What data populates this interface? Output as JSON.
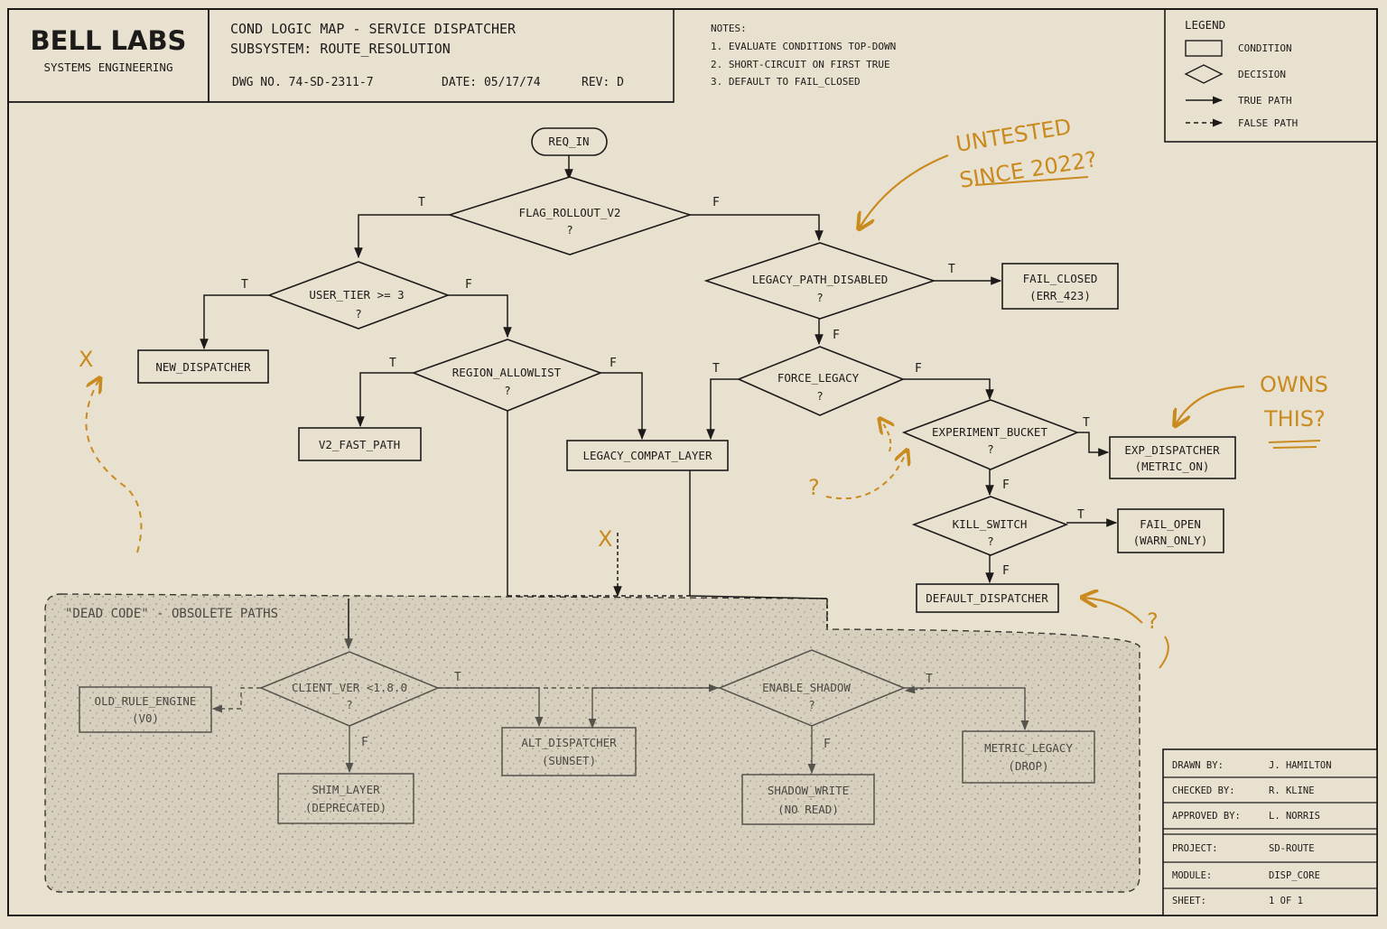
{
  "header": {
    "org": "BELL LABS",
    "org_sub": "SYSTEMS ENGINEERING",
    "title_line1": "COND LOGIC MAP - SERVICE DISPATCHER",
    "title_line2": "SUBSYSTEM: ROUTE_RESOLUTION",
    "dwg_no": "DWG NO. 74-SD-2311-7",
    "date": "DATE: 05/17/74",
    "rev": "REV: D"
  },
  "notes": {
    "title": "NOTES:",
    "items": [
      "1. EVALUATE CONDITIONS TOP-DOWN",
      "2. SHORT-CIRCUIT ON FIRST TRUE",
      "3. DEFAULT TO FAIL_CLOSED"
    ]
  },
  "legend": {
    "title": "LEGEND",
    "condition": "CONDITION",
    "decision": "DECISION",
    "true_path": "TRUE PATH",
    "false_path": "FALSE PATH"
  },
  "nodes": {
    "req_in": "REQ_IN",
    "flag_rollout": "FLAG_ROLLOUT_V2",
    "user_tier": "USER_TIER >= 3",
    "region_allowlist": "REGION_ALLOWLIST",
    "legacy_path_disabled": "LEGACY_PATH_DISABLED",
    "force_legacy": "FORCE_LEGACY",
    "experiment_bucket": "EXPERIMENT_BUCKET",
    "kill_switch": "KILL_SWITCH",
    "q": "?",
    "new_dispatcher": "NEW_DISPATCHER",
    "v2_fast_path": "V2_FAST_PATH",
    "legacy_compat_layer": "LEGACY_COMPAT_LAYER",
    "fail_closed_1": "FAIL_CLOSED",
    "fail_closed_2": "(ERR_423)",
    "exp_dispatcher_1": "EXP_DISPATCHER",
    "exp_dispatcher_2": "(METRIC_ON)",
    "fail_open_1": "FAIL_OPEN",
    "fail_open_2": "(WARN_ONLY)",
    "default_dispatcher": "DEFAULT_DISPATCHER"
  },
  "dead_code": {
    "title": "\"DEAD CODE\" - OBSOLETE PATHS",
    "client_ver": "CLIENT_VER <1.8.0",
    "enable_shadow": "ENABLE_SHADOW",
    "old_rule_engine_1": "OLD_RULE_ENGINE",
    "old_rule_engine_2": "(V0)",
    "shim_layer_1": "SHIM_LAYER",
    "shim_layer_2": "(DEPRECATED)",
    "alt_dispatcher_1": "ALT_DISPATCHER",
    "alt_dispatcher_2": "(SUNSET)",
    "shadow_write_1": "SHADOW_WRITE",
    "shadow_write_2": "(NO READ)",
    "metric_legacy_1": "METRIC_LEGACY",
    "metric_legacy_2": "(DROP)"
  },
  "branch": {
    "t": "T",
    "f": "F"
  },
  "annotations": {
    "untested_1": "UNTESTED",
    "untested_2": "SINCE 2022?",
    "owns_1": "OWNS",
    "owns_2": "THIS?",
    "mark_x": "X",
    "mark_q": "?"
  },
  "titleblock": {
    "drawn_label": "DRAWN BY:",
    "drawn_value": "J. HAMILTON",
    "checked_label": "CHECKED BY:",
    "checked_value": "R. KLINE",
    "approved_label": "APPROVED BY:",
    "approved_value": "L. NORRIS",
    "project_label": "PROJECT:",
    "project_value": "SD-ROUTE",
    "module_label": "MODULE:",
    "module_value": "DISP_CORE",
    "sheet_label": "SHEET:",
    "sheet_value": "1 OF 1"
  },
  "colors": {
    "paper": "#e9e1d0",
    "ink": "#1c1b19",
    "annotation": "#c98a1e",
    "dead_zone": "#d8d0bf"
  }
}
